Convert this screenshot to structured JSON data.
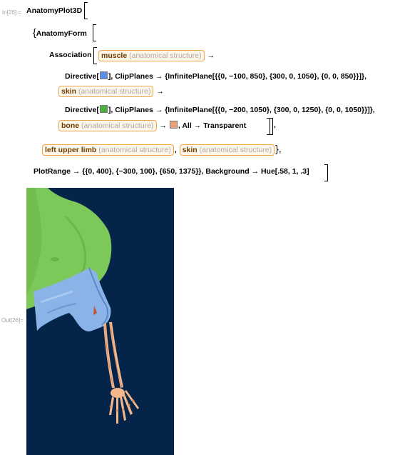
{
  "cells": {
    "in_label": "In[26]:=",
    "out_label": "Out[26]=",
    "line1": "AnatomyPlot3D",
    "line2": "AnatomyForm",
    "line3_head": "Association",
    "entity_type": "(anatomical structure)",
    "muscle": "muscle",
    "skin": "skin",
    "bone": "bone",
    "left_upper_limb": "left upper limb",
    "arrow": "→",
    "comma": ",",
    "directive": "Directive",
    "clip1": ", ClipPlanes → {InfinitePlane[{{0, −100, 850}, {300, 0, 1050}, {0, 0, 850}}]},",
    "clip2": ", ClipPlanes → {InfinitePlane[{{0, −200, 1050}, {300, 0, 1250}, {0, 0, 1050}}]},",
    "bone_tail": ", All → Transparent",
    "close_line": "},",
    "plotrange": "PlotRange → {{0, 400}, {−300, 100}, {650, 1375}}, Background → Hue[.58, 1, .3]"
  },
  "colors": {
    "swatch_muscle": "#5b8ee8",
    "swatch_skin": "#4caf3f",
    "swatch_bone": "#e8a27a",
    "background": "#04244a",
    "entity_border": "#f0a54a"
  }
}
